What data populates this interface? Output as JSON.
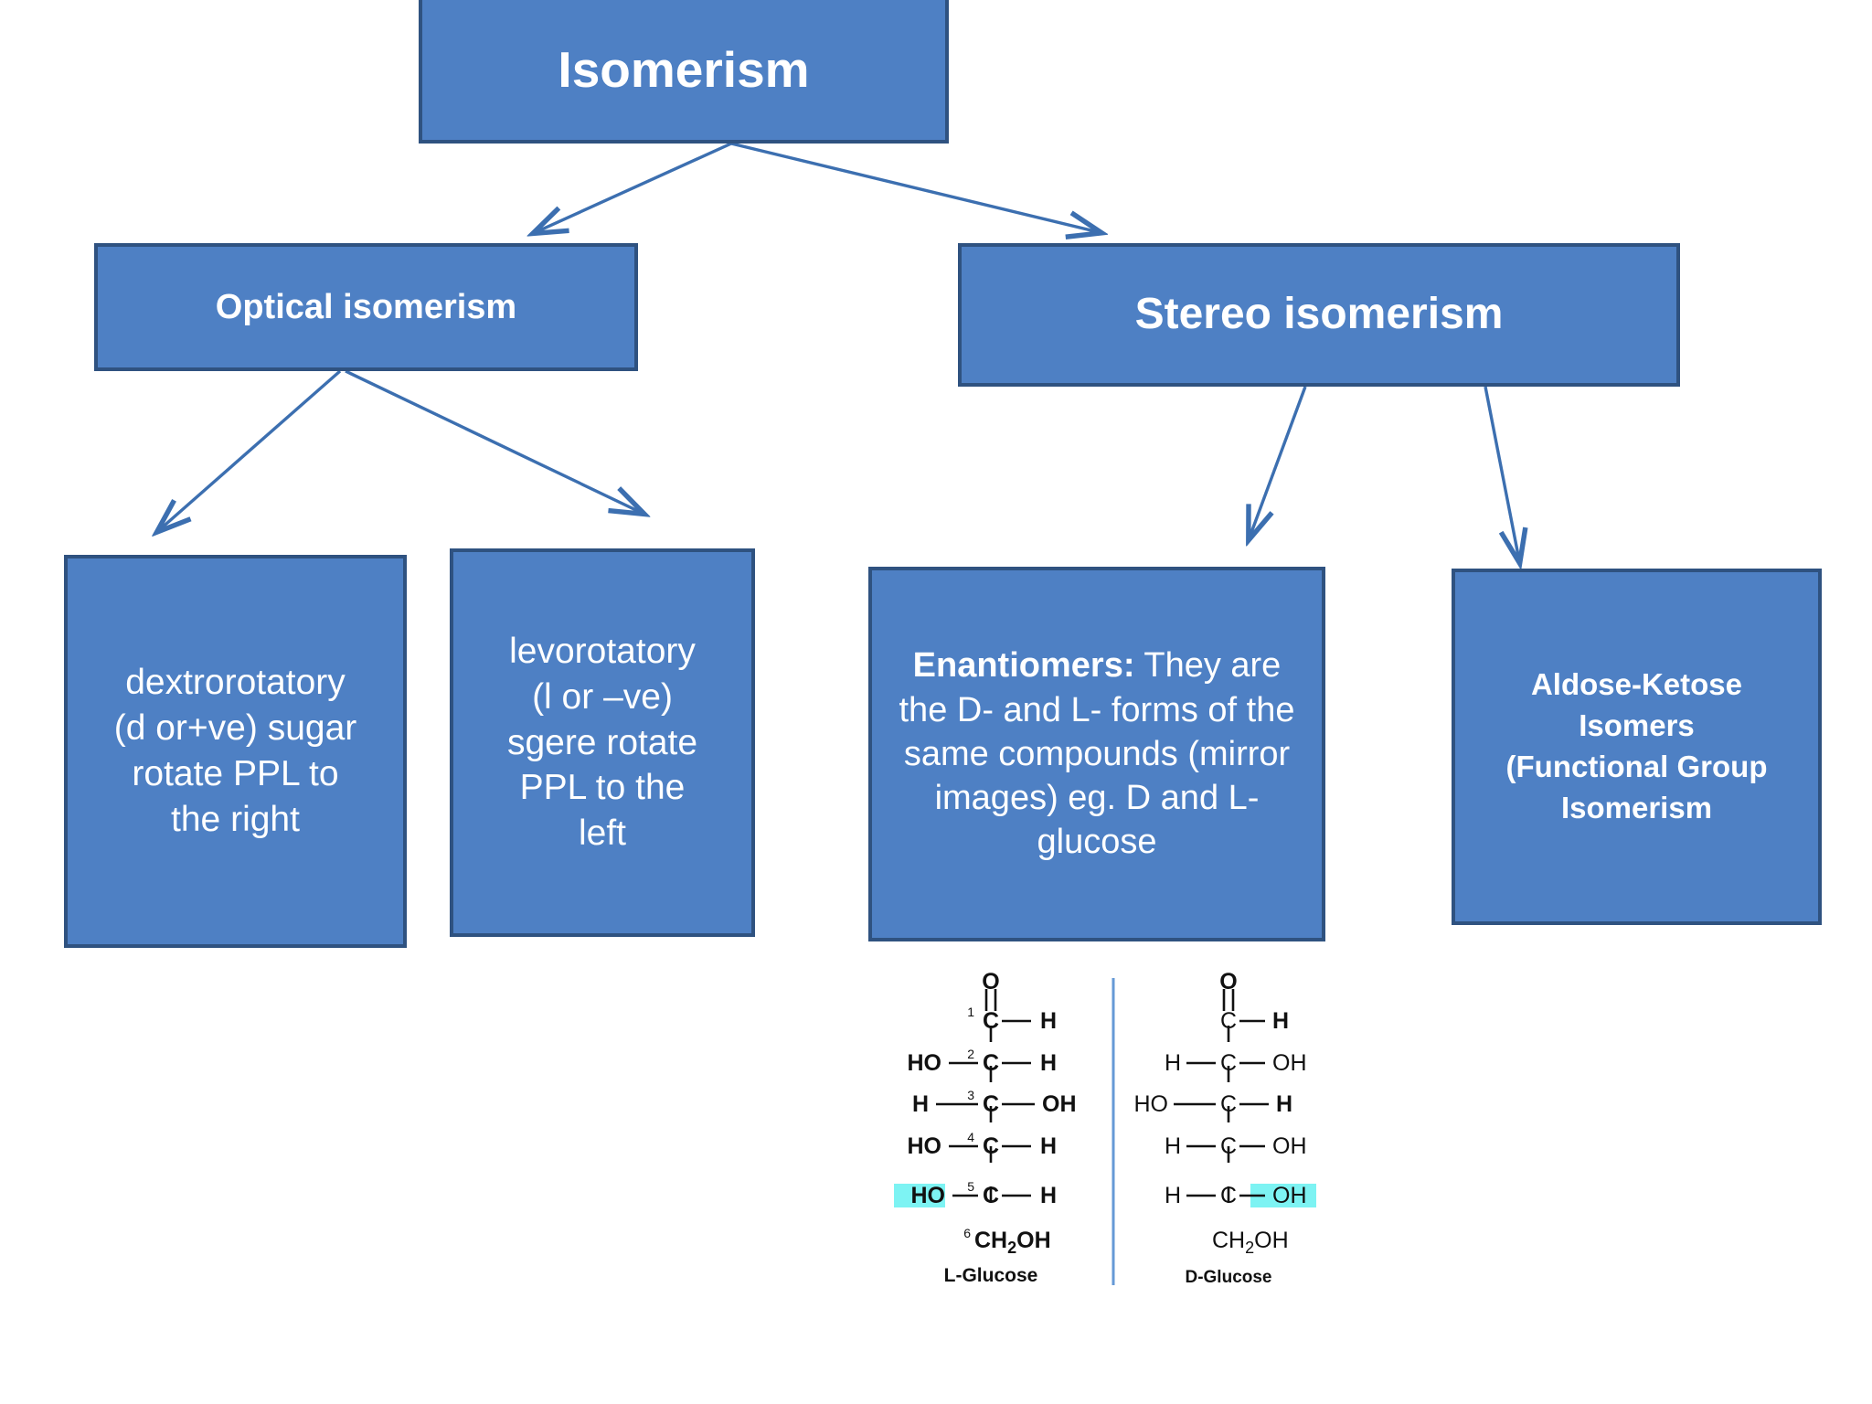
{
  "diagram": {
    "type": "hierarchy-tree",
    "palette": {
      "node_fill": "#4E80C4",
      "node_border": "#2F5280",
      "node_text": "#FFFFFF",
      "arrow": "#3C6FB0",
      "highlight": "#7DF3F3",
      "page_background": "#FFFFFF"
    },
    "root": {
      "label": "Isomerism"
    },
    "level2": [
      {
        "id": "optical",
        "label": "Optical isomerism"
      },
      {
        "id": "stereo",
        "label": "Stereo isomerism"
      }
    ],
    "level3": [
      {
        "id": "dextro",
        "parent": "optical",
        "lines": [
          "dextrorotatory",
          "(d or+ve) sugar",
          "rotate PPL to",
          "the right"
        ],
        "text": "dextrorotatory (d or+ve) sugar rotate PPL to the right"
      },
      {
        "id": "levo",
        "parent": "optical",
        "lines": [
          "levorotatory",
          "(l or –ve)",
          "sgere rotate",
          "PPL to the",
          "left"
        ],
        "text": "levorotatory (l or –ve) sgere rotate PPL to the left"
      },
      {
        "id": "enantiomers",
        "parent": "stereo",
        "lead": "Enantiomers",
        "lead_separator": ":",
        "body": " They are the D- and L- forms of the same compounds (mirror images) eg. D and L-glucose",
        "text": "Enantiomers: They are the D- and L- forms of the same compounds (mirror images) eg. D and L-glucose"
      },
      {
        "id": "aldose",
        "parent": "stereo",
        "lines": [
          "Aldose-Ketose",
          "Isomers",
          "(Functional Group",
          "Isomerism"
        ],
        "text": "Aldose-Ketose Isomers (Functional Group Isomerism"
      }
    ],
    "arrows": [
      {
        "name": "root-to-optical",
        "from": "Isomerism",
        "to": "Optical isomerism"
      },
      {
        "name": "root-to-stereo",
        "from": "Isomerism",
        "to": "Stereo isomerism"
      },
      {
        "name": "optical-to-dextro",
        "from": "Optical isomerism",
        "to": "dextrorotatory"
      },
      {
        "name": "optical-to-levo",
        "from": "Optical isomerism",
        "to": "levorotatory"
      },
      {
        "name": "stereo-to-enantiomers",
        "from": "Stereo isomerism",
        "to": "Enantiomers"
      },
      {
        "name": "stereo-to-aldose",
        "from": "Stereo isomerism",
        "to": "Aldose-Ketose Isomers"
      }
    ]
  },
  "chem_figure": {
    "caption_left": "L-Glucose",
    "caption_right": "D-Glucose",
    "left_structure": {
      "name": "L-Glucose",
      "numbered": true,
      "top_group": "O",
      "rows": [
        {
          "number": "1",
          "center": "C",
          "left": "",
          "right": "H",
          "double_bond_top": true
        },
        {
          "number": "2",
          "center": "C",
          "left": "HO",
          "right": "H"
        },
        {
          "number": "3",
          "center": "C",
          "left": "H",
          "right": "OH"
        },
        {
          "number": "4",
          "center": "C",
          "left": "HO",
          "right": "H"
        },
        {
          "number": "5",
          "center": "C",
          "left": "HO",
          "right": "H",
          "highlight": "left"
        },
        {
          "number": "6",
          "center": "CH",
          "sub": "2",
          "tail": "OH"
        }
      ]
    },
    "right_structure": {
      "name": "D-Glucose",
      "numbered": false,
      "top_group": "O",
      "rows": [
        {
          "center": "C",
          "left": "",
          "right": "H",
          "double_bond_top": true
        },
        {
          "center": "C",
          "left": "H",
          "right": "OH"
        },
        {
          "center": "C",
          "left": "HO",
          "right": "H"
        },
        {
          "center": "C",
          "left": "H",
          "right": "OH"
        },
        {
          "center": "C",
          "left": "H",
          "right": "OH",
          "highlight": "right"
        },
        {
          "center": "CH",
          "sub": "2",
          "tail": "OH"
        }
      ]
    }
  }
}
